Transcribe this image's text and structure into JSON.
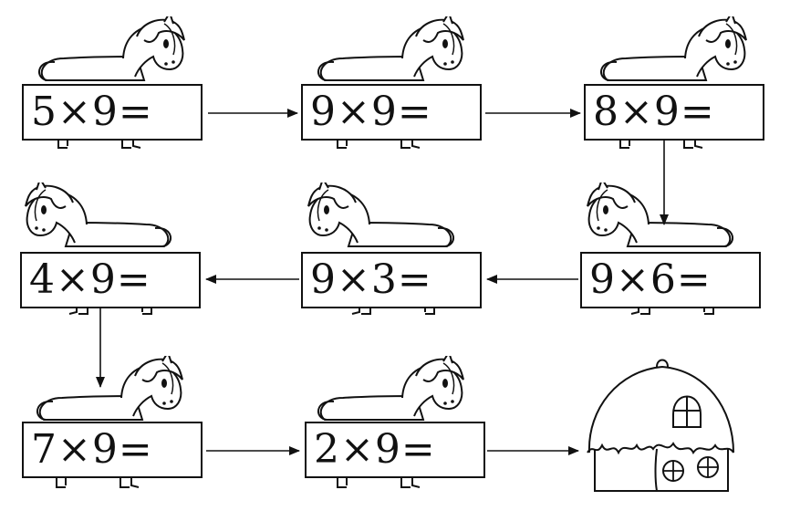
{
  "problems": [
    {
      "text": "5×9="
    },
    {
      "text": "9×9="
    },
    {
      "text": "8×9="
    },
    {
      "text": "9×6="
    },
    {
      "text": "9×3="
    },
    {
      "text": "4×9="
    },
    {
      "text": "7×9="
    },
    {
      "text": "2×9="
    }
  ],
  "icons": {
    "horse": "horse-icon",
    "house": "house-icon",
    "arrow": "arrow-icon"
  },
  "colors": {
    "ink": "#111111",
    "paper": "#ffffff"
  }
}
